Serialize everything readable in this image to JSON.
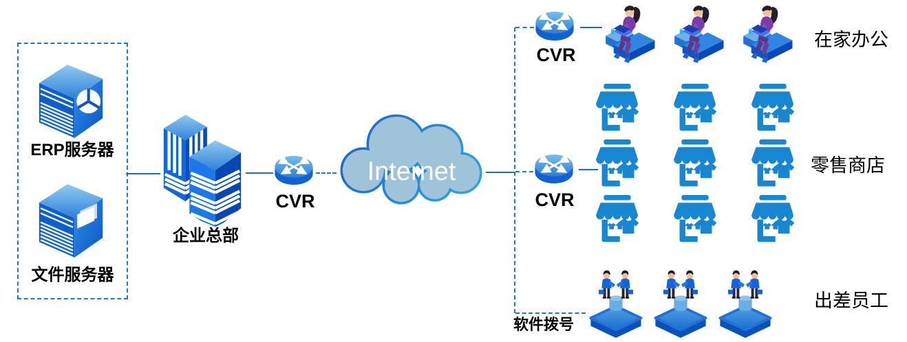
{
  "diagram_title": "enterprise-vpn-topology",
  "left_group": {
    "erp_server_label": "ERP服务器",
    "file_server_label": "文件服务器"
  },
  "headquarters": {
    "label": "企业总部",
    "router_label": "CVR"
  },
  "internet": {
    "label": "Internet"
  },
  "branches": {
    "home_office": {
      "router_label": "CVR",
      "label": "在家办公",
      "count": 3
    },
    "retail": {
      "router_label": "CVR",
      "label": "零售商店",
      "count": 9
    },
    "traveling": {
      "dialup_label": "软件拨号",
      "label": "出差员工",
      "count": 3
    }
  },
  "colors": {
    "line_blue": "#1b6cc2",
    "dash_blue": "#2176c7",
    "icon_blue": "#1787d2",
    "deep_blue": "#0c50bc",
    "cloud_fill": "#9fc4d9",
    "cloud_stroke_left": "#1b5cc4",
    "cloud_stroke_right": "#2fa8e0",
    "label_color": "#000000",
    "person_purple": "#7b3ca8"
  }
}
